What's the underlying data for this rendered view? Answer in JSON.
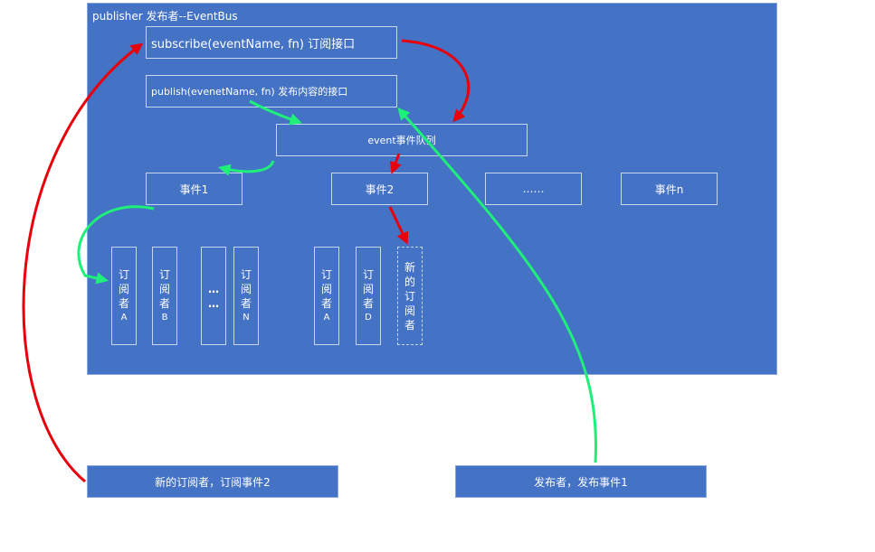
{
  "panel": {
    "title": "publisher 发布者--EventBus"
  },
  "methods": {
    "subscribe": "subscribe(eventName,  fn) 订阅接口",
    "publish": "publish(evenetName, fn) 发布内容的接口"
  },
  "queue": {
    "label": "event事件队列"
  },
  "events": {
    "e1": "事件1",
    "e2": "事件2",
    "ellipsis": "……",
    "en": "事件n"
  },
  "subscribers": [
    {
      "lines": [
        "订",
        "阅",
        "者",
        "A"
      ]
    },
    {
      "lines": [
        "订",
        "阅",
        "者",
        "B"
      ]
    },
    {
      "lines": [
        "…",
        "…"
      ]
    },
    {
      "lines": [
        "订",
        "阅",
        "者",
        "N"
      ]
    },
    {
      "lines": [
        "订",
        "阅",
        "者",
        "A"
      ]
    },
    {
      "lines": [
        "订",
        "阅",
        "者",
        "D"
      ]
    },
    {
      "lines": [
        "新",
        "的",
        "订",
        "阅",
        "者"
      ]
    }
  ],
  "bottom": {
    "new_subscriber": "新的订阅者，订阅事件2",
    "publisher": "发布者，发布事件1"
  },
  "colors": {
    "panel": "#4472c4",
    "arrow_red": "#e8000b",
    "arrow_green": "#1ef07a"
  }
}
